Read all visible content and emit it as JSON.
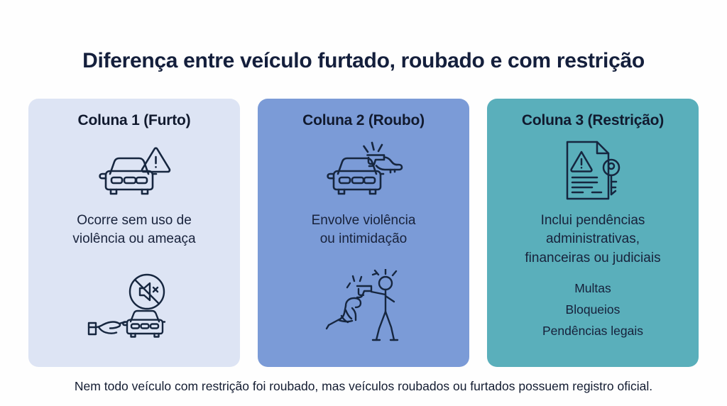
{
  "page": {
    "title": "Diferença entre veículo furtado, roubado e com restrição",
    "background_color": "#fefefe",
    "text_color": "#141f3c",
    "footer_note": "Nem todo veículo com restrição foi roubado, mas veículos roubados ou furtados possuem registro oficial."
  },
  "columns": [
    {
      "heading": "Coluna 1 (Furto)",
      "background_color": "#dde4f4",
      "top_icon": "car-warning-icon",
      "description_lines": [
        "Ocorre sem uso de",
        "violência ou ameaça"
      ],
      "bottom_icon": "hand-taking-car-no-sound-icon",
      "list": []
    },
    {
      "heading": "Coluna 2 (Roubo)",
      "background_color": "#7b9bd7",
      "top_icon": "car-gun-threat-icon",
      "description_lines": [
        "Envolve violência",
        "ou intimidação"
      ],
      "bottom_icon": "armed-robbery-people-icon",
      "list": []
    },
    {
      "heading": "Coluna 3 (Restrição)",
      "background_color": "#5aafbb",
      "top_icon": "document-warning-key-icon",
      "description_lines": [
        "Inclui pendências",
        "administrativas,",
        "financeiras ou judiciais"
      ],
      "bottom_icon": "",
      "list": [
        "Multas",
        "Bloqueios",
        "Pendências legais"
      ]
    }
  ]
}
